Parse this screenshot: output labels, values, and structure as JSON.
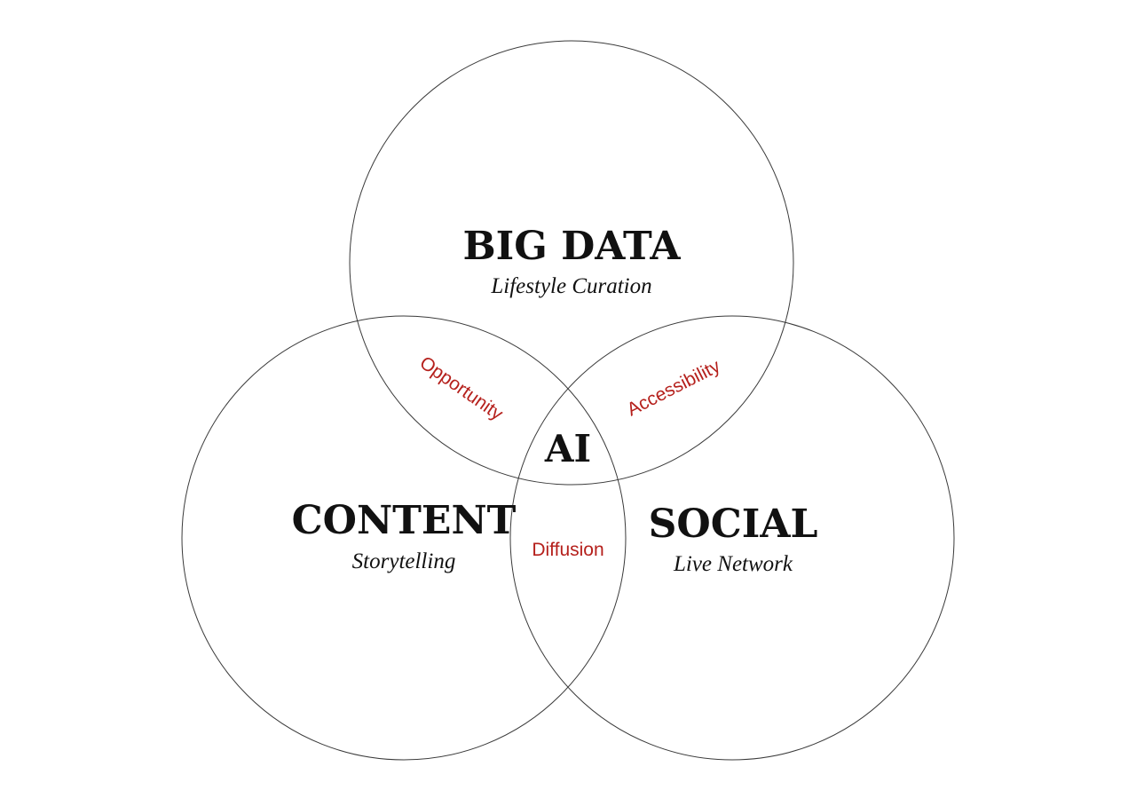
{
  "diagram": {
    "colors": {
      "outline": "#3a3a3a",
      "title": "#111111",
      "intersection_label": "#b5201c"
    },
    "sets": {
      "big_data": {
        "title": "BIG DATA",
        "subtitle": "Lifestyle Curation"
      },
      "content": {
        "title": "CONTENT",
        "subtitle": "Storytelling"
      },
      "social": {
        "title": "SOCIAL",
        "subtitle": "Live Network"
      }
    },
    "intersections": {
      "big_data_content": "Opportunity",
      "big_data_social": "Accessibility",
      "content_social": "Diffusion"
    },
    "center": "AI"
  }
}
